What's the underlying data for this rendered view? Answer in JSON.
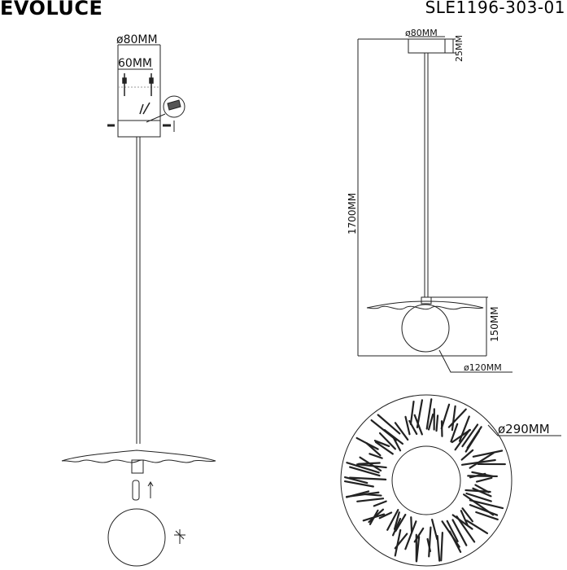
{
  "header": {
    "brand": "EVOLUCE",
    "model": "SLE1196-303-01"
  },
  "dimensions": {
    "canopy_diameter_left": "ø80MM",
    "mount_spacing": "60MM",
    "canopy_diameter_right": "ø80MM",
    "canopy_height": "25MM",
    "total_height": "1700MM",
    "shade_height": "150MM",
    "globe_diameter": "ø120MM",
    "shade_diameter": "ø290MM"
  },
  "colors": {
    "line": "#222222",
    "background": "#ffffff"
  }
}
